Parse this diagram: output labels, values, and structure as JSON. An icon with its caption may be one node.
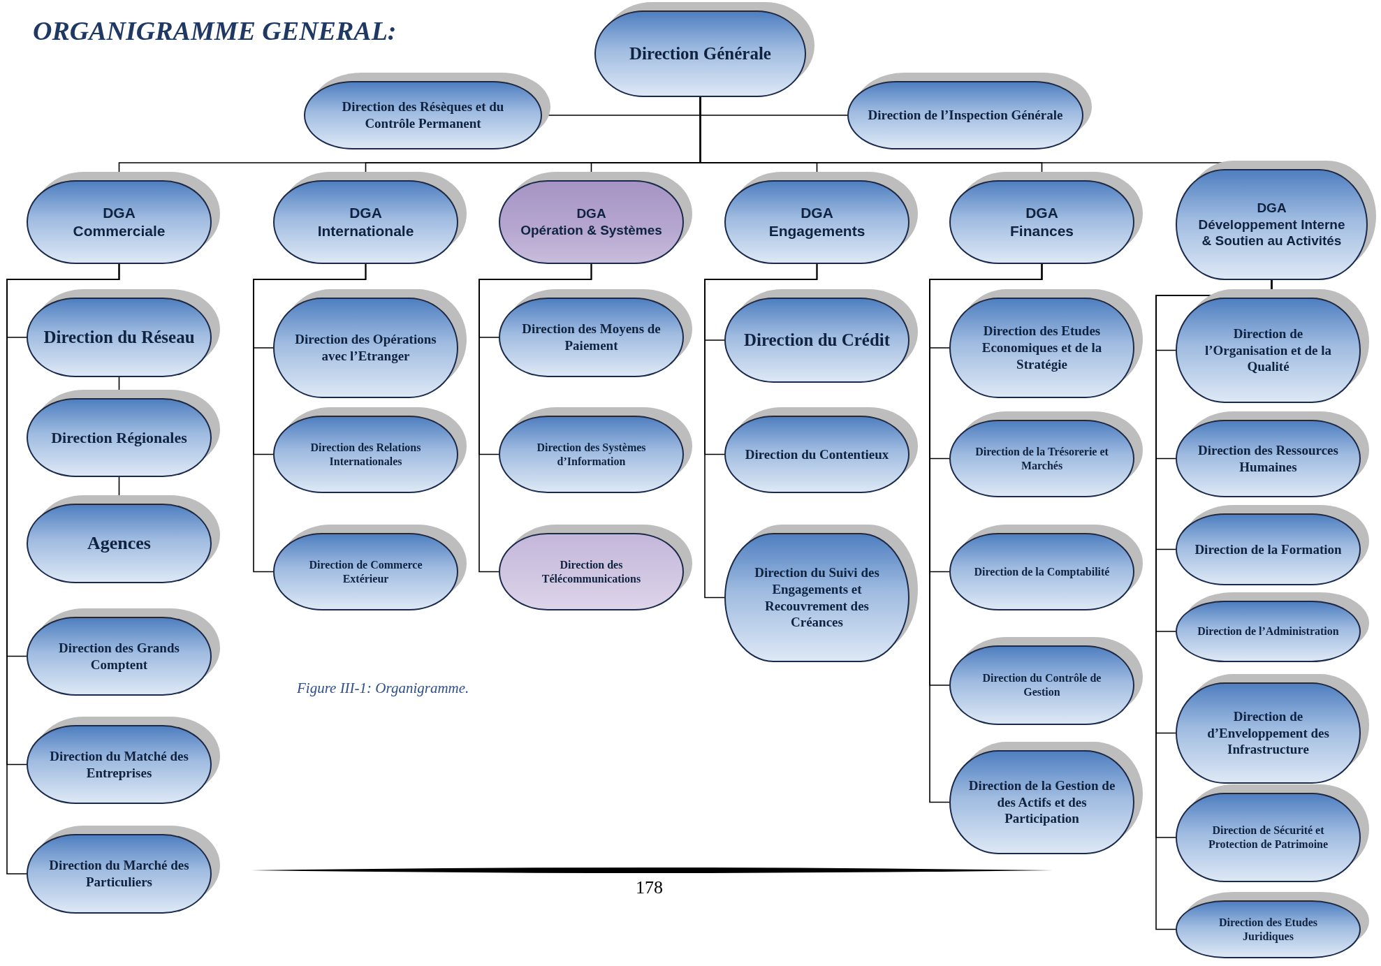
{
  "diagram": {
    "title": "ORGANIGRAMME GENERAL:",
    "caption": "Figure III-1: Organigramme.",
    "nodes": [
      {
        "text": [
          "Direction Générale"
        ]
      },
      {
        "text": [
          "Direction des Résèques et du Contrôle Permanent"
        ]
      },
      {
        "text": [
          "Direction de l’Inspection Générale"
        ]
      },
      {
        "text": [
          "DGA",
          "Commerciale"
        ]
      },
      {
        "text": [
          "DGA",
          "Internationale"
        ]
      },
      {
        "text": [
          "DGA",
          "Opération & Systèmes"
        ]
      },
      {
        "text": [
          "DGA",
          "Engagements"
        ]
      },
      {
        "text": [
          "DGA",
          "Finances"
        ]
      },
      {
        "text": [
          "DGA",
          "Développement Interne & Soutien au Activités"
        ]
      },
      {
        "text": [
          "Direction du Réseau"
        ]
      },
      {
        "text": [
          "Direction Régionales"
        ]
      },
      {
        "text": [
          "Agences"
        ]
      },
      {
        "text": [
          "Direction des Grands Comptent"
        ]
      },
      {
        "text": [
          "Direction du Matché des Entreprises"
        ]
      },
      {
        "text": [
          "Direction du Marché des Particuliers"
        ]
      },
      {
        "text": [
          "Direction des Opérations avec l’Etranger"
        ]
      },
      {
        "text": [
          "Direction des Relations Internationales"
        ]
      },
      {
        "text": [
          "Direction de Commerce Extérieur"
        ]
      },
      {
        "text": [
          "Direction des Moyens de Paiement"
        ]
      },
      {
        "text": [
          "Direction des Systèmes d’Information"
        ]
      },
      {
        "text": [
          "Direction des Télécommunications"
        ]
      },
      {
        "text": [
          "Direction du Crédit"
        ]
      },
      {
        "text": [
          "Direction du Contentieux"
        ]
      },
      {
        "text": [
          "Direction du Suivi des Engagements et Recouvrement des Créances"
        ]
      },
      {
        "text": [
          "Direction des Etudes Economiques et de la Stratégie"
        ]
      },
      {
        "text": [
          "Direction de la Trésorerie et Marchés"
        ]
      },
      {
        "text": [
          "Direction de la Comptabilité"
        ]
      },
      {
        "text": [
          "Direction du Contrôle de Gestion"
        ]
      },
      {
        "text": [
          "Direction de la Gestion de des Actifs et des Participation"
        ]
      },
      {
        "text": [
          "Direction de l’Organisation et de la Qualité"
        ]
      },
      {
        "text": [
          "Direction des Ressources Humaines"
        ]
      },
      {
        "text": [
          "Direction de la Formation"
        ]
      },
      {
        "text": [
          "Direction de l’Administration"
        ]
      },
      {
        "text": [
          "Direction de d’Enveloppement des Infrastructure"
        ]
      },
      {
        "text": [
          "Direction de Sécurité et Protection de Patrimoine"
        ]
      },
      {
        "text": [
          "Direction des Etudes Juridiques"
        ]
      }
    ],
    "edges": [
      {
        "from": 0,
        "to": 1,
        "arrow": "none"
      },
      {
        "from": 0,
        "to": 2,
        "arrow": "none"
      },
      {
        "from": 0,
        "to": 3,
        "arrow": "none"
      },
      {
        "from": 0,
        "to": 4,
        "arrow": "none"
      },
      {
        "from": 0,
        "to": 5,
        "arrow": "none"
      },
      {
        "from": 0,
        "to": 6,
        "arrow": "none"
      },
      {
        "from": 0,
        "to": 7,
        "arrow": "none"
      },
      {
        "from": 0,
        "to": 8,
        "arrow": "none"
      },
      {
        "from": 3,
        "to": 9,
        "arrow": "none"
      },
      {
        "from": 9,
        "to": 10,
        "arrow": "none"
      },
      {
        "from": 10,
        "to": 11,
        "arrow": "none"
      },
      {
        "from": 3,
        "to": 12,
        "arrow": "none"
      },
      {
        "from": 3,
        "to": 13,
        "arrow": "none"
      },
      {
        "from": 3,
        "to": 14,
        "arrow": "none"
      },
      {
        "from": 4,
        "to": 15,
        "arrow": "none"
      },
      {
        "from": 4,
        "to": 16,
        "arrow": "none"
      },
      {
        "from": 4,
        "to": 17,
        "arrow": "none"
      },
      {
        "from": 5,
        "to": 18,
        "arrow": "none"
      },
      {
        "from": 5,
        "to": 19,
        "arrow": "none"
      },
      {
        "from": 5,
        "to": 20,
        "arrow": "none"
      },
      {
        "from": 6,
        "to": 21,
        "arrow": "none"
      },
      {
        "from": 6,
        "to": 22,
        "arrow": "none"
      },
      {
        "from": 6,
        "to": 23,
        "arrow": "none"
      },
      {
        "from": 7,
        "to": 24,
        "arrow": "none"
      },
      {
        "from": 7,
        "to": 25,
        "arrow": "none"
      },
      {
        "from": 7,
        "to": 26,
        "arrow": "none"
      },
      {
        "from": 7,
        "to": 27,
        "arrow": "none"
      },
      {
        "from": 7,
        "to": 28,
        "arrow": "none"
      },
      {
        "from": 8,
        "to": 29,
        "arrow": "none"
      },
      {
        "from": 8,
        "to": 30,
        "arrow": "none"
      },
      {
        "from": 8,
        "to": 31,
        "arrow": "none"
      },
      {
        "from": 8,
        "to": 32,
        "arrow": "none"
      },
      {
        "from": 8,
        "to": 33,
        "arrow": "none"
      },
      {
        "from": 8,
        "to": 34,
        "arrow": "none"
      },
      {
        "from": 8,
        "to": 35,
        "arrow": "none"
      }
    ],
    "labels": [
      "178"
    ]
  }
}
